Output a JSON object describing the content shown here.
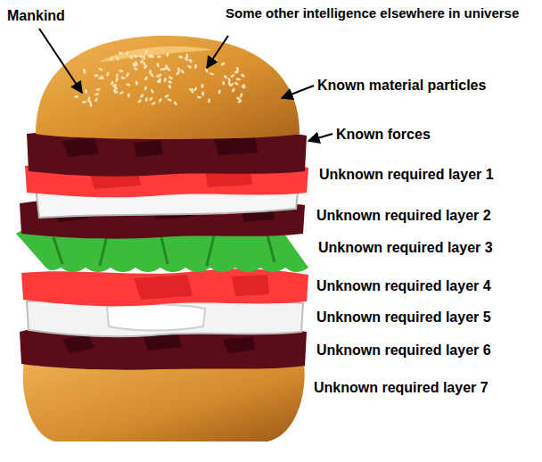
{
  "diagram": {
    "labels": [
      "Mankind",
      "Some other intelligence elsewhere in universe",
      "Known material particles",
      "Known forces",
      "Unknown required layer 1",
      "Unknown required layer 2",
      "Unknown required layer 3",
      "Unknown required layer 4",
      "Unknown required layer 5",
      "Unknown required layer 6",
      "Unknown required layer 7"
    ]
  }
}
